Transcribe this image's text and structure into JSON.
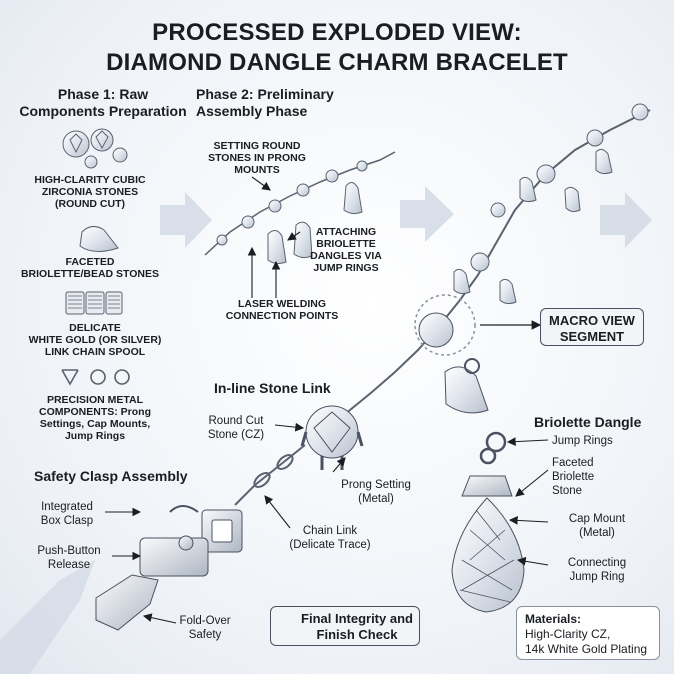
{
  "title": {
    "line1": "PROCESSED EXPLODED VIEW:",
    "line2": "DIAMOND DANGLE CHARM BRACELET"
  },
  "phase1": {
    "heading_line1": "Phase 1: Raw",
    "heading_line2": "Components Preparation",
    "stones": [
      "HIGH-CLARITY CUBIC",
      "ZIRCONIA STONES",
      "(ROUND CUT)"
    ],
    "briolette": [
      "FACETED",
      "BRIOLETTE/BEAD STONES"
    ],
    "chain": [
      "DELICATE",
      "WHITE GOLD (or Silver)",
      "LINK CHAIN SPOOL"
    ],
    "metal": [
      "PRECISION METAL",
      "COMPONENTS: Prong",
      "Settings, Cap Mounts,",
      "Jump Rings"
    ]
  },
  "phase2": {
    "heading_line1": "Phase 2: Preliminary",
    "heading_line2": "Assembly Phase",
    "setting": [
      "SETTING ROUND",
      "STONES IN PRONG",
      "MOUNTS"
    ],
    "attaching": [
      "ATTACHING",
      "BRIOLETTE",
      "DANGLES VIA",
      "JUMP RINGS"
    ],
    "welding": [
      "LASER WELDING",
      "CONNECTION POINTS"
    ]
  },
  "macro_box": [
    "MACRO VIEW",
    "SEGMENT"
  ],
  "inline": {
    "heading": "In-line Stone Link",
    "round_cut": [
      "Round Cut",
      "Stone (CZ)"
    ],
    "prong": [
      "Prong Setting",
      "(Metal)"
    ],
    "chain_link": [
      "Chain Link",
      "(Delicate Trace)"
    ]
  },
  "clasp": {
    "heading": "Safety Clasp Assembly",
    "box_clasp": [
      "Integrated",
      "Box Clasp"
    ],
    "push_button": [
      "Push-Button",
      "Release"
    ],
    "fold_over": [
      "Fold-Over",
      "Safety"
    ]
  },
  "dangle": {
    "heading": "Briolette Dangle",
    "jump_rings": "Jump Rings",
    "faceted": [
      "Faceted",
      "Briolette",
      "Stone"
    ],
    "cap": [
      "Cap Mount",
      "(Metal)"
    ],
    "connecting": [
      "Connecting",
      "Jump Ring"
    ]
  },
  "final_check": [
    "Final Integrity and",
    "Finish Check"
  ],
  "materials": {
    "heading": "Materials:",
    "line1": "High-Clarity CZ,",
    "line2": "14k White Gold Plating"
  },
  "icons": {
    "magnifier": "magnifier-check-icon"
  }
}
